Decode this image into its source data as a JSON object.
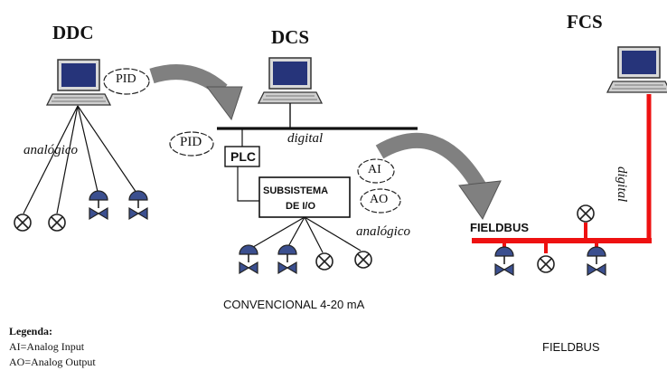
{
  "architectures": {
    "ddc": "DDC",
    "dcs": "DCS",
    "fcs": "FCS"
  },
  "bubbles": {
    "pid_ddc": "PID",
    "pid_dcs": "PID",
    "ai": "AI",
    "ao": "AO"
  },
  "boxes": {
    "plc": "PLC",
    "io_line1": "SUBSISTEMA",
    "io_line2": "DE I/O"
  },
  "signals": {
    "analog_ddc": "analógico",
    "digital_dcs": "digital",
    "analog_dcs": "analógico",
    "digital_fcs": "digital"
  },
  "bus": {
    "name": "FIELDBUS"
  },
  "captions": {
    "conventional": "CONVENCIONAL 4-20 mA",
    "fieldbus": "FIELDBUS"
  },
  "legend": {
    "title": "Legenda:",
    "ai_def": "AI=Analog Input",
    "ao_def": "AO=Analog Output"
  },
  "colors": {
    "bus_red": "#ee1111",
    "line_black": "#111111",
    "arrow_gray": "#808080",
    "valve_blue": "#3b4f8f",
    "screen_blue": "#26347a"
  }
}
